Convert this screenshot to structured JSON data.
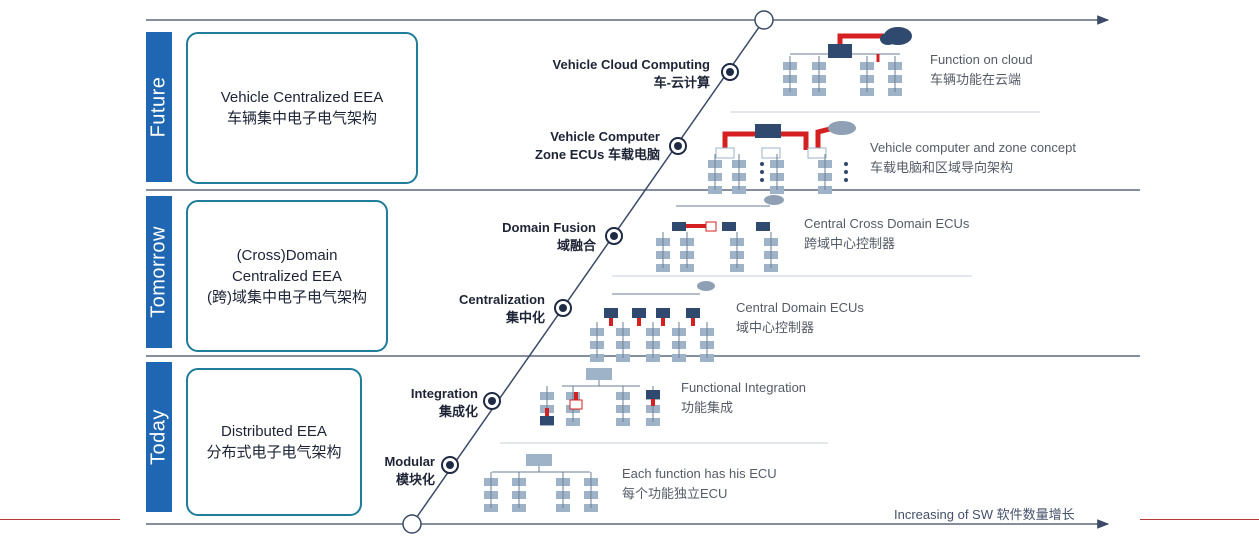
{
  "eras": [
    {
      "label": "Future",
      "box": [
        "Vehicle Centralized EEA",
        "车辆集中电子电气架构"
      ]
    },
    {
      "label": "Tomorrow",
      "box": [
        "(Cross)Domain",
        "Centralized EEA",
        "(跨)域集中电子电气架构"
      ]
    },
    {
      "label": "Today",
      "box": [
        "Distributed EEA",
        "分布式电子电气架构"
      ]
    }
  ],
  "steps": [
    {
      "label": [
        "Vehicle Cloud Computing",
        "车-云计算"
      ],
      "desc": [
        "Function on cloud",
        "车辆功能在云端"
      ]
    },
    {
      "label": [
        "Vehicle Computer",
        "Zone ECUs 车载电脑"
      ],
      "desc": [
        "Vehicle computer and zone concept",
        "车载电脑和区域导向架构"
      ]
    },
    {
      "label": [
        "Domain Fusion",
        "域融合"
      ],
      "desc": [
        "Central Cross Domain ECUs",
        "跨域中心控制器"
      ]
    },
    {
      "label": [
        "Centralization",
        "集中化"
      ],
      "desc": [
        "Central Domain ECUs",
        "域中心控制器"
      ]
    },
    {
      "label": [
        "Integration",
        "集成化"
      ],
      "desc": [
        "Functional Integration",
        "功能集成"
      ]
    },
    {
      "label": [
        "Modular",
        "模块化"
      ],
      "desc": [
        "Each function has his ECU",
        "每个功能独立ECU"
      ]
    }
  ],
  "axis_label": "Increasing of SW 软件数量增长",
  "colors": {
    "era_bar": "#1f67b2",
    "box_border": "#1f7c9a",
    "ecu_dark": "#2f4a6e",
    "ecu_light": "#9fb3c8",
    "red": "#d42020",
    "cloud": "#8fa0b4"
  }
}
